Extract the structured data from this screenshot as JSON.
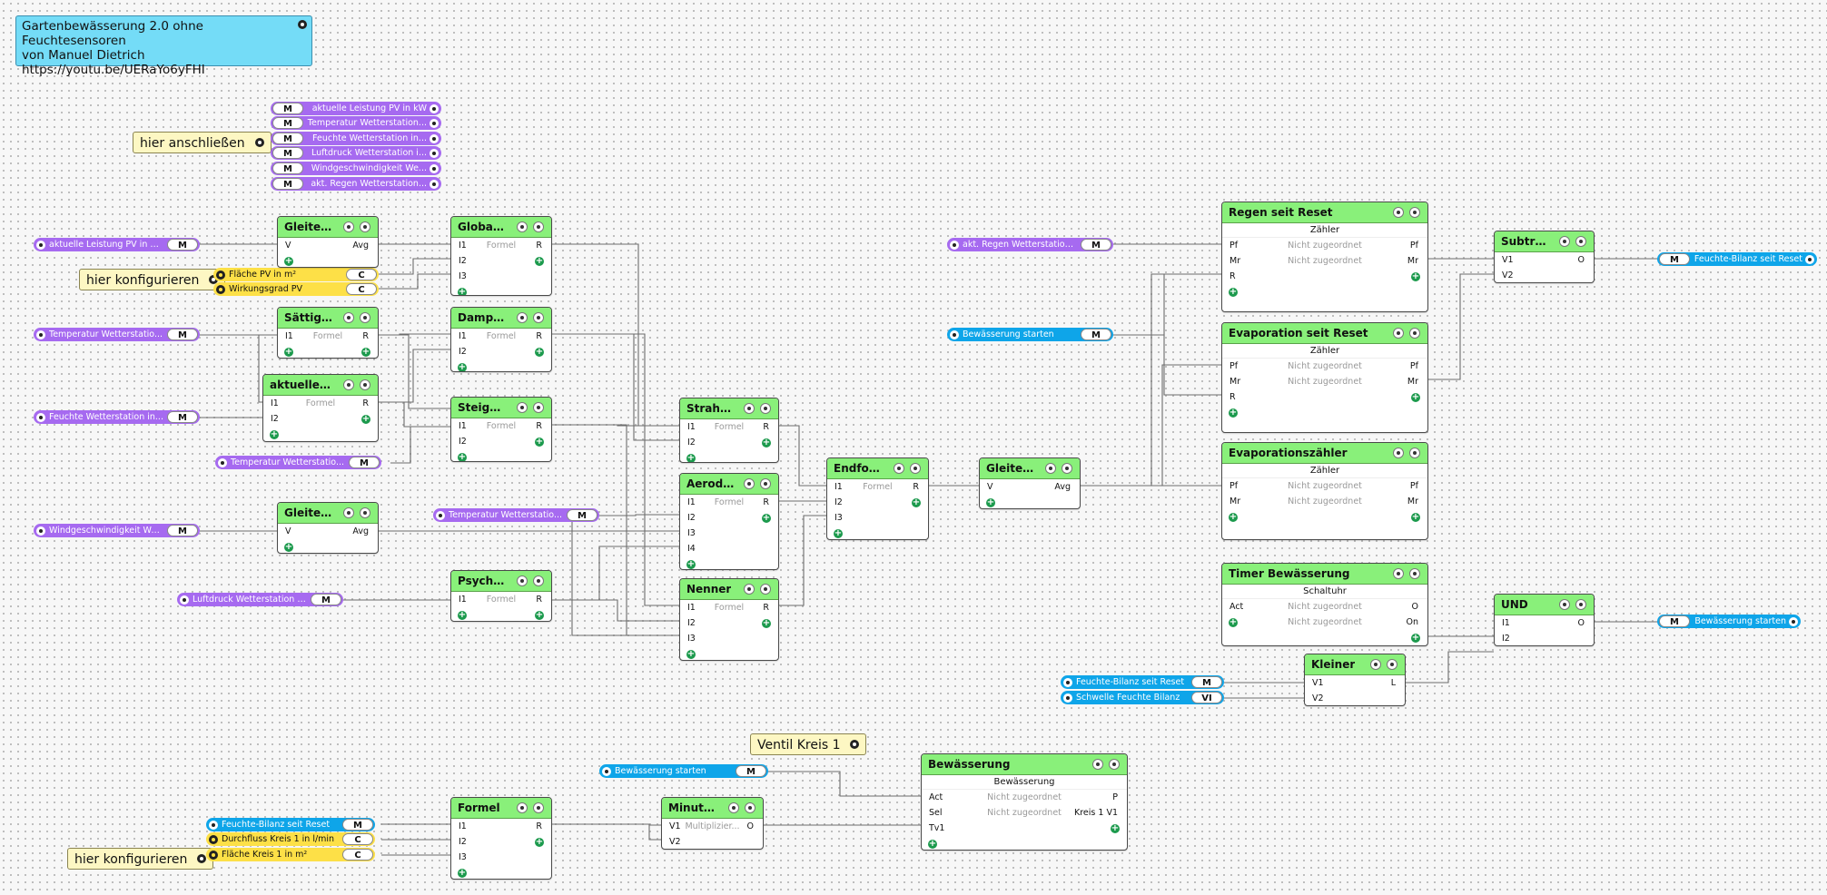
{
  "title_note": {
    "lines": [
      "Gartenbewässerung 2.0 ohne Feuchtesensoren",
      "von Manuel Dietrich",
      "https://youtu.be/UERaYo6yFHI"
    ],
    "color": "#74dcf7"
  },
  "comments": {
    "anschliessen": "hier anschließen",
    "konfigurieren1": "hier konfigurieren",
    "ventil": "Ventil Kreis 1",
    "konfigurieren2": "hier konfigurieren"
  },
  "mapped_list": [
    "aktuelle Leistung PV in kW",
    "Temperatur Wetterstation...",
    "Feuchte Wetterstation in...",
    "Luftdruck Wetterstation i...",
    "Windgeschwindigkeit We...",
    "akt. Regen Wetterstation..."
  ],
  "tags": {
    "m": "M",
    "c": "C",
    "vi": "VI"
  },
  "inputs": {
    "pv": "aktuelle Leistung PV in kW",
    "flaeche_pv": "Fläche PV in m²",
    "wirkungsgrad": "Wirkungsgrad PV",
    "temp1": "Temperatur Wetterstatio...",
    "feuchte": "Feuchte Wetterstation in...",
    "temp2": "Temperatur Wetterstatio...",
    "wind": "Windgeschwindigkeit We...",
    "temp3": "Temperatur Wetterstatio...",
    "luftdruck": "Luftdruck Wetterstation i...",
    "regen": "akt. Regen Wetterstation ...",
    "bew_start": "Bewässerung starten",
    "feuchte_bilanz": "Feuchte-Bilanz seit Reset",
    "schwelle": "Schwelle Feuchte Bilanz",
    "bew_start2": "Bewässerung starten",
    "fb2": "Feuchte-Bilanz seit Reset",
    "durchfluss": "Durchfluss Kreis 1 in l/min",
    "flaeche_kreis": "Fläche Kreis 1 in m²"
  },
  "outputs": {
    "feuchte_bilanz": "Feuchte-Bilanz seit Reset",
    "bew_start": "Bewässerung starten"
  },
  "blocks": {
    "gleit1": {
      "title": "Gleitend...",
      "in": [
        "V"
      ],
      "out": "Avg"
    },
    "globalst": {
      "title": "Globalst...",
      "in": [
        "I1",
        "I2",
        "I3"
      ],
      "mid": "Formel",
      "out": "R"
    },
    "saett": {
      "title": "Sättigun...",
      "in": [
        "I1"
      ],
      "mid": "Formel",
      "out": "R"
    },
    "dampf": {
      "title": "Dampfd...",
      "in": [
        "I1",
        "I2"
      ],
      "mid": "Formel",
      "out": "R"
    },
    "aktueller": {
      "title": "aktueller...",
      "in": [
        "I1",
        "I2"
      ],
      "mid": "Formel",
      "out": "R"
    },
    "steig": {
      "title": "Steigun...",
      "in": [
        "I1",
        "I2"
      ],
      "mid": "Formel",
      "out": "R"
    },
    "gleit2": {
      "title": "Gleitend...",
      "in": [
        "V"
      ],
      "out": "Avg"
    },
    "psycho": {
      "title": "Psycho...",
      "in": [
        "I1"
      ],
      "mid": "Formel",
      "out": "R"
    },
    "strahlun": {
      "title": "Strahlun...",
      "in": [
        "I1",
        "I2"
      ],
      "mid": "Formel",
      "out": "R"
    },
    "aerodyn": {
      "title": "Aerodyn...",
      "in": [
        "I1",
        "I2",
        "I3",
        "I4"
      ],
      "mid": "Formel",
      "out": "R"
    },
    "nenner": {
      "title": "Nenner",
      "in": [
        "I1",
        "I2",
        "I3"
      ],
      "mid": "Formel",
      "out": "R"
    },
    "endformel": {
      "title": "Endformel",
      "in": [
        "I1",
        "I2",
        "I3"
      ],
      "mid": "Formel",
      "out": "R"
    },
    "gleit3": {
      "title": "Gleitend...",
      "in": [
        "V"
      ],
      "out": "Avg"
    },
    "regen": {
      "title": "Regen seit Reset",
      "sub": "Zähler",
      "rows": [
        [
          "Pf",
          "Nicht zugeordnet",
          "Pf"
        ],
        [
          "Mr",
          "Nicht zugeordnet",
          "Mr"
        ],
        [
          "R",
          "",
          ""
        ]
      ]
    },
    "evap": {
      "title": "Evaporation seit Reset",
      "sub": "Zähler",
      "rows": [
        [
          "Pf",
          "Nicht zugeordnet",
          "Pf"
        ],
        [
          "Mr",
          "Nicht zugeordnet",
          "Mr"
        ],
        [
          "R",
          "",
          ""
        ]
      ]
    },
    "evapz": {
      "title": "Evaporationszähler",
      "sub": "Zähler",
      "rows": [
        [
          "Pf",
          "Nicht zugeordnet",
          "Pf"
        ],
        [
          "Mr",
          "Nicht zugeordnet",
          "Mr"
        ]
      ]
    },
    "subtr": {
      "title": "Subtrahi...",
      "in": [
        "V1",
        "V2"
      ],
      "out": "O"
    },
    "timer": {
      "title": "Timer Bewässerung",
      "sub": "Schaltuhr",
      "rows": [
        [
          "Act",
          "Nicht zugeordnet",
          "O"
        ],
        [
          "",
          "Nicht zugeordnet",
          "On"
        ]
      ]
    },
    "und": {
      "title": "UND",
      "in": [
        "I1",
        "I2"
      ],
      "out": "O"
    },
    "kleiner": {
      "title": "Kleiner",
      "in": [
        "V1",
        "V2"
      ],
      "out": "L"
    },
    "formel": {
      "title": "Formel",
      "in": [
        "I1",
        "I2",
        "I3"
      ],
      "out": "R"
    },
    "minuten": {
      "title": "Minuten...",
      "in": [
        "V1",
        "V2"
      ],
      "mid": "Multiplizier...",
      "out": "O"
    },
    "bew": {
      "title": "Bewässerung",
      "sub": "Bewässerung",
      "rows": [
        [
          "Act",
          "Nicht zugeordnet",
          "P"
        ],
        [
          "Sel",
          "Nicht zugeordnet",
          "Kreis 1 V1"
        ],
        [
          "Tv1",
          "",
          ""
        ]
      ]
    }
  },
  "colors": {
    "header": "#89f07a",
    "purple": "#a66af0",
    "blue": "#0ea5e9",
    "yellow": "#fde047",
    "note": "#fdf7c3"
  }
}
